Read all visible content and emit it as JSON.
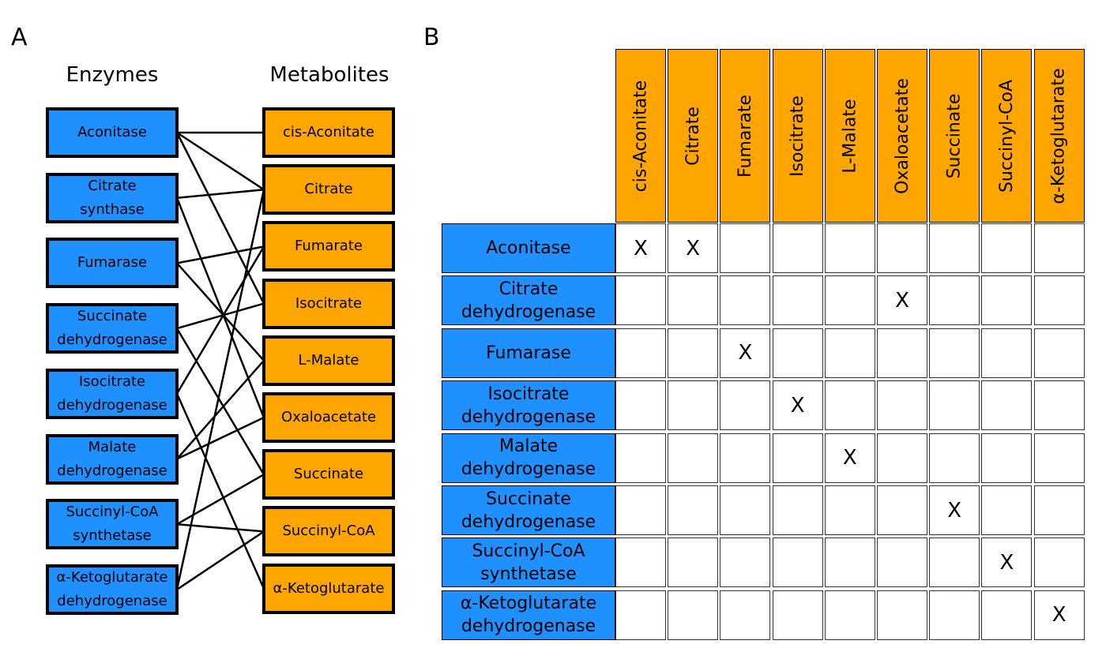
{
  "panel_a": {
    "label": "A",
    "enzymes_title": "Enzymes",
    "metabolites_title": "Metabolites",
    "enzymes": [
      {
        "id": "aconitase",
        "lines": [
          "Aconitase"
        ]
      },
      {
        "id": "citrate-synthase",
        "lines": [
          "Citrate",
          "synthase"
        ]
      },
      {
        "id": "fumarase",
        "lines": [
          "Fumarase"
        ]
      },
      {
        "id": "succinate-dehydrogenase",
        "lines": [
          "Succinate",
          "dehydrogenase"
        ]
      },
      {
        "id": "isocitrate-dehydrogenase",
        "lines": [
          "Isocitrate",
          "dehydrogenase"
        ]
      },
      {
        "id": "malate-dehydrogenase",
        "lines": [
          "Malate",
          "dehydrogenase"
        ]
      },
      {
        "id": "succinyl-coa-synthetase",
        "lines": [
          "Succinyl-CoA",
          "synthetase"
        ]
      },
      {
        "id": "alpha-ketoglutarate-dehydrogenase",
        "lines": [
          "α-Ketoglutarate",
          "dehydrogenase"
        ]
      }
    ],
    "metabolites": [
      {
        "id": "cis-aconitate",
        "label": "cis-Aconitate"
      },
      {
        "id": "citrate",
        "label": "Citrate"
      },
      {
        "id": "fumarate",
        "label": "Fumarate"
      },
      {
        "id": "isocitrate",
        "label": "Isocitrate"
      },
      {
        "id": "l-malate",
        "label": "L-Malate"
      },
      {
        "id": "oxaloacetate",
        "label": "Oxaloacetate"
      },
      {
        "id": "succinate",
        "label": "Succinate"
      },
      {
        "id": "succinyl-coa",
        "label": "Succinyl-CoA"
      },
      {
        "id": "alpha-ketoglutarate",
        "label": "α-Ketoglutarate"
      }
    ],
    "edges": [
      [
        0,
        0
      ],
      [
        0,
        1
      ],
      [
        0,
        3
      ],
      [
        1,
        1
      ],
      [
        1,
        5
      ],
      [
        2,
        2
      ],
      [
        2,
        4
      ],
      [
        3,
        3
      ],
      [
        3,
        6
      ],
      [
        4,
        2
      ],
      [
        4,
        8
      ],
      [
        5,
        4
      ],
      [
        5,
        5
      ],
      [
        6,
        6
      ],
      [
        6,
        7
      ],
      [
        7,
        7
      ],
      [
        7,
        1
      ]
    ]
  },
  "panel_b": {
    "label": "B",
    "columns": [
      "cis-Aconitate",
      "Citrate",
      "Fumarate",
      "Isocitrate",
      "L-Malate",
      "Oxaloacetate",
      "Succinate",
      "Succinyl-CoA",
      "α-Ketoglutarate"
    ],
    "rows": [
      {
        "lines": [
          "Aconitase"
        ]
      },
      {
        "lines": [
          "Citrate",
          "dehydrogenase"
        ]
      },
      {
        "lines": [
          "Fumarase"
        ]
      },
      {
        "lines": [
          "Isocitrate",
          "dehydrogenase"
        ]
      },
      {
        "lines": [
          "Malate",
          "dehydrogenase"
        ]
      },
      {
        "lines": [
          "Succinate",
          "dehydrogenase"
        ]
      },
      {
        "lines": [
          "Succinyl-CoA",
          "synthetase"
        ]
      },
      {
        "lines": [
          "α-Ketoglutarate",
          "dehydrogenase"
        ]
      }
    ],
    "mark": "X",
    "marks": [
      [
        0,
        0
      ],
      [
        0,
        1
      ],
      [
        1,
        5
      ],
      [
        2,
        2
      ],
      [
        3,
        3
      ],
      [
        4,
        4
      ],
      [
        5,
        6
      ],
      [
        6,
        7
      ],
      [
        7,
        8
      ]
    ]
  },
  "colors": {
    "enzyme": "#1e90ff",
    "metabolite": "#ffa500",
    "line": "#000000"
  }
}
